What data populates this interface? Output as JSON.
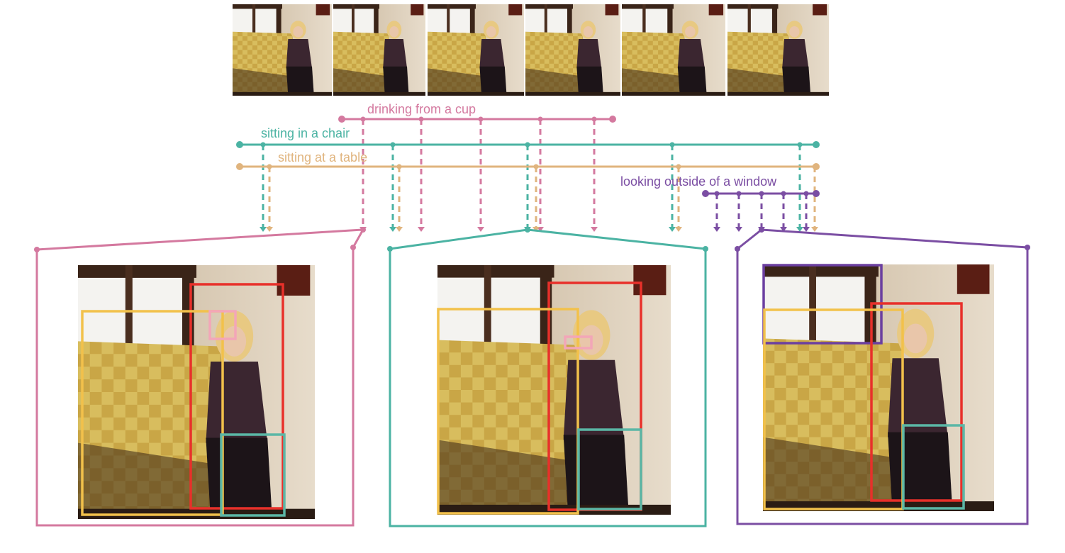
{
  "colors": {
    "drinking": "#d4799f",
    "chair": "#4bb3a3",
    "table": "#e0b47e",
    "window": "#7b4ea3",
    "person_box": "#e8302a",
    "table_box": "#f2c14b",
    "cup_box": "#f3a6b8",
    "chair_box": "#5bb7a6",
    "window_box": "#6b3fa0"
  },
  "action_labels": {
    "drinking": "drinking from a cup",
    "chair": "sitting in a chair",
    "table": "sitting at a table",
    "window": "looking outside of a window"
  },
  "frame_strip_count": 6
}
